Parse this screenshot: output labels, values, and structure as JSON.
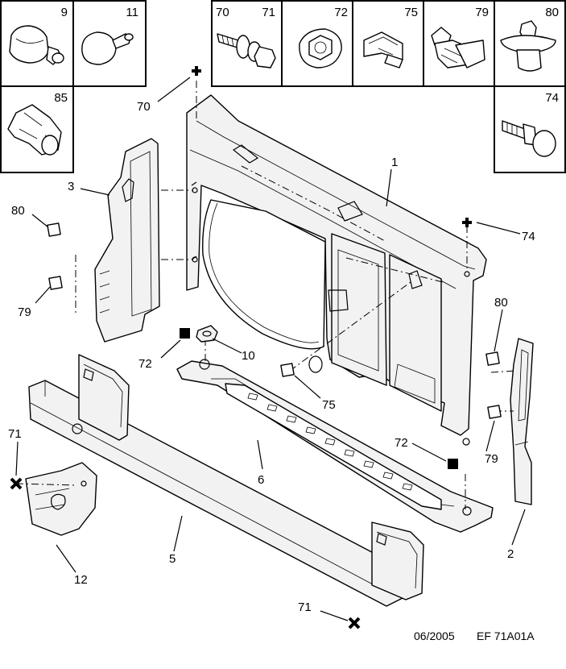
{
  "legend_boxes": {
    "item_9": "9",
    "item_11": "11",
    "item_70": "70",
    "item_71": "71",
    "item_72": "72",
    "item_75": "75",
    "item_79": "79",
    "item_80": "80",
    "item_85": "85",
    "item_74": "74"
  },
  "callouts": {
    "c70": "70",
    "c1": "1",
    "c3": "3",
    "c80_left": "80",
    "c79_left": "79",
    "c74": "74",
    "c80_right": "80",
    "c72_upper": "72",
    "c10": "10",
    "c75": "75",
    "c79_right": "79",
    "c71_left": "71",
    "c6": "6",
    "c72_lower": "72",
    "c2": "2",
    "c12": "12",
    "c5": "5",
    "c71_bottom": "71"
  },
  "footer": {
    "date": "06/2005",
    "ref": "EF 71A01A"
  }
}
